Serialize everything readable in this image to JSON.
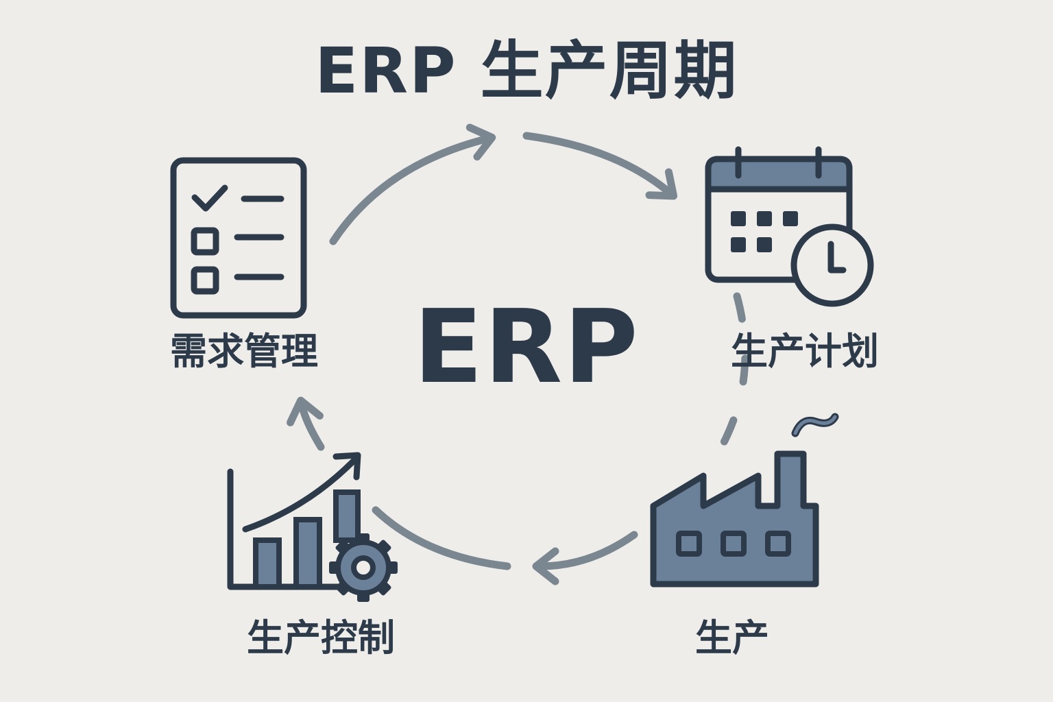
{
  "title": "ERP 生产周期",
  "center_label": "ERP",
  "steps": [
    {
      "label": "需求管理",
      "icon": "checklist-icon"
    },
    {
      "label": "生产计划",
      "icon": "calendar-clock-icon"
    },
    {
      "label": "生产",
      "icon": "factory-icon"
    },
    {
      "label": "生产控制",
      "icon": "chart-gear-icon"
    }
  ],
  "colors": {
    "background": "#efedea",
    "text": "#2c3a4a",
    "icon_stroke": "#2c3a4a",
    "icon_fill": "#6b819a",
    "arrow": "#7a8690"
  }
}
